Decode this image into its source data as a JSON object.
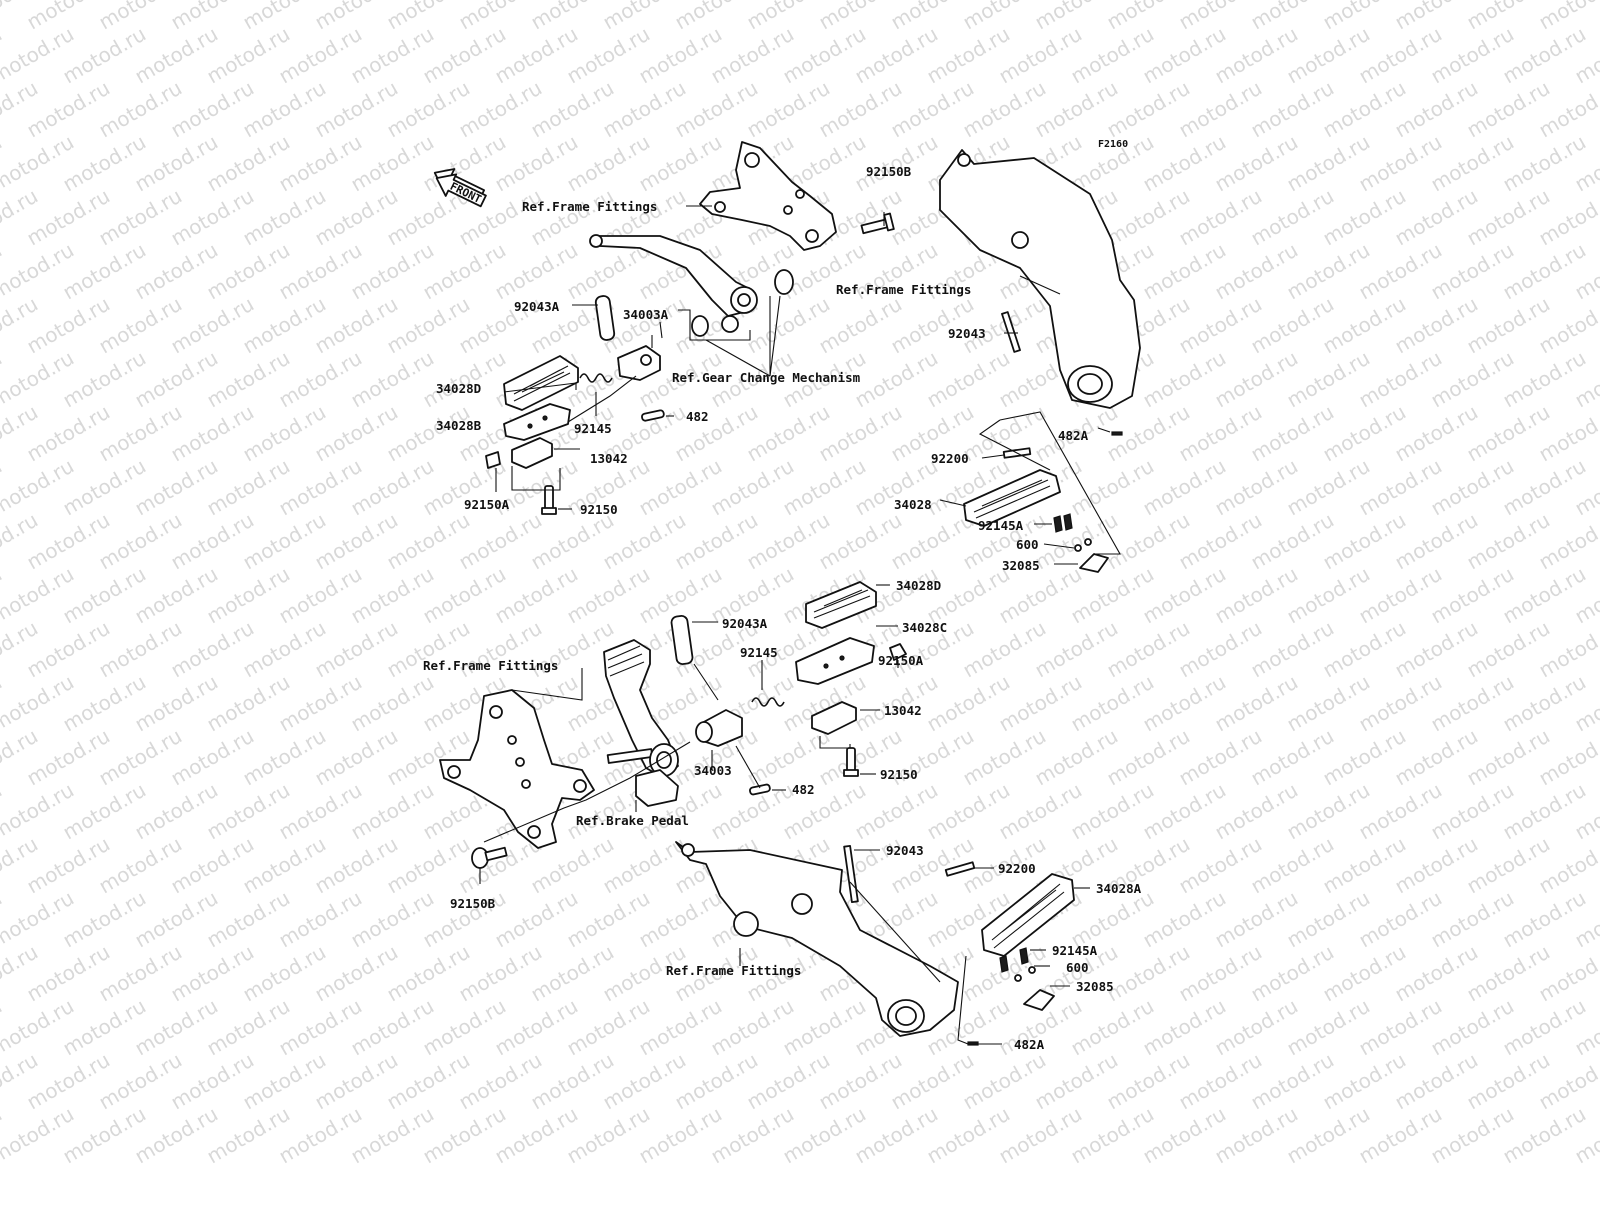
{
  "watermark": "motod.ru",
  "diagram_code": "F2160",
  "front_label": "FRONT",
  "labels": {
    "ref_frame_1": "Ref.Frame Fittings",
    "ref_frame_2": "Ref.Frame Fittings",
    "ref_frame_3": "Ref.Frame Fittings",
    "ref_frame_4": "Ref.Frame Fittings",
    "ref_gear": "Ref.Gear Change Mechanism",
    "ref_brake": "Ref.Brake Pedal",
    "p92150B_top": "92150B",
    "p92043A_top": "92043A",
    "p34003A": "34003A",
    "p34028D_top": "34028D",
    "p34028B": "34028B",
    "p92145_top": "92145",
    "p482_top": "482",
    "p13042_top": "13042",
    "p92150A_top": "92150A",
    "p92150_top": "92150",
    "p92043_right": "92043",
    "p482A_top": "482A",
    "p92200_top": "92200",
    "p34028": "34028",
    "p92145A_top": "92145A",
    "p600_top": "600",
    "p32085_top": "32085",
    "p34028D_mid": "34028D",
    "p92043A_mid": "92043A",
    "p34028C": "34028C",
    "p92145_mid": "92145",
    "p92150A_mid": "92150A",
    "p13042_mid": "13042",
    "p34003": "34003",
    "p482_mid": "482",
    "p92150_mid": "92150",
    "p92150B_bot": "92150B",
    "p92043_bot": "92043",
    "p92200_bot": "92200",
    "p34028A": "34028A",
    "p92145A_bot": "92145A",
    "p600_bot": "600",
    "p32085_bot": "32085",
    "p482A_bot": "482A"
  }
}
